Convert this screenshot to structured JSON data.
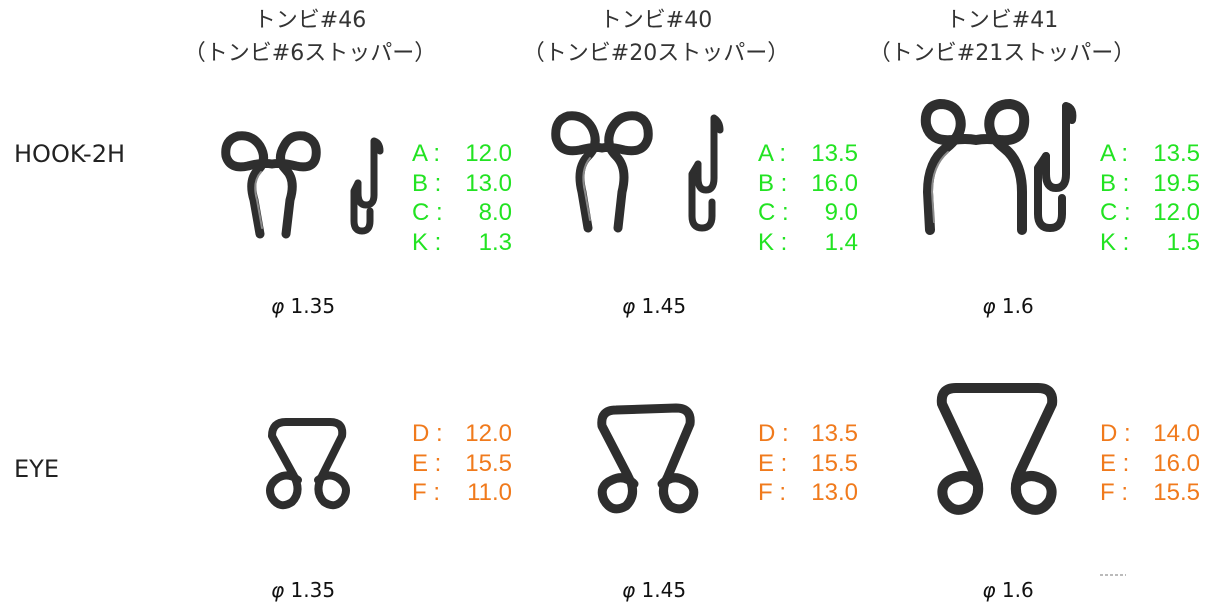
{
  "columns": [
    {
      "title": "トンビ#46",
      "subtitle": "（トンビ#6ストッパー）"
    },
    {
      "title": "トンビ#40",
      "subtitle": "（トンビ#20ストッパー）"
    },
    {
      "title": "トンビ#41",
      "subtitle": "（トンビ#21ストッパー）"
    }
  ],
  "rows": {
    "hook": {
      "label": "HOOK-2H"
    },
    "eye": {
      "label": "EYE"
    }
  },
  "hook_dims": [
    [
      {
        "k": "A :",
        "v": "12.0"
      },
      {
        "k": "B :",
        "v": "13.0"
      },
      {
        "k": "C :",
        "v": "8.0"
      },
      {
        "k": "K :",
        "v": "1.3"
      }
    ],
    [
      {
        "k": "A :",
        "v": "13.5"
      },
      {
        "k": "B :",
        "v": "16.0"
      },
      {
        "k": "C :",
        "v": "9.0"
      },
      {
        "k": "K :",
        "v": "1.4"
      }
    ],
    [
      {
        "k": "A :",
        "v": "13.5"
      },
      {
        "k": "B :",
        "v": "19.5"
      },
      {
        "k": "C :",
        "v": "12.0"
      },
      {
        "k": "K :",
        "v": "1.5"
      }
    ]
  ],
  "eye_dims": [
    [
      {
        "k": "D :",
        "v": "12.0"
      },
      {
        "k": "E :",
        "v": "15.5"
      },
      {
        "k": "F :",
        "v": "11.0"
      }
    ],
    [
      {
        "k": "D :",
        "v": "13.5"
      },
      {
        "k": "E :",
        "v": "15.5"
      },
      {
        "k": "F :",
        "v": "13.0"
      }
    ],
    [
      {
        "k": "D :",
        "v": "14.0"
      },
      {
        "k": "E :",
        "v": "16.0"
      },
      {
        "k": "F :",
        "v": "15.5"
      }
    ]
  ],
  "diameters": {
    "symbol": "φ",
    "hook": [
      "1.35",
      "1.45",
      "1.6"
    ],
    "eye": [
      "1.35",
      "1.45",
      "1.6"
    ]
  },
  "colors": {
    "hook_dims": "#22e322",
    "eye_dims": "#f07a1c",
    "wire": "#2e2e2e"
  }
}
